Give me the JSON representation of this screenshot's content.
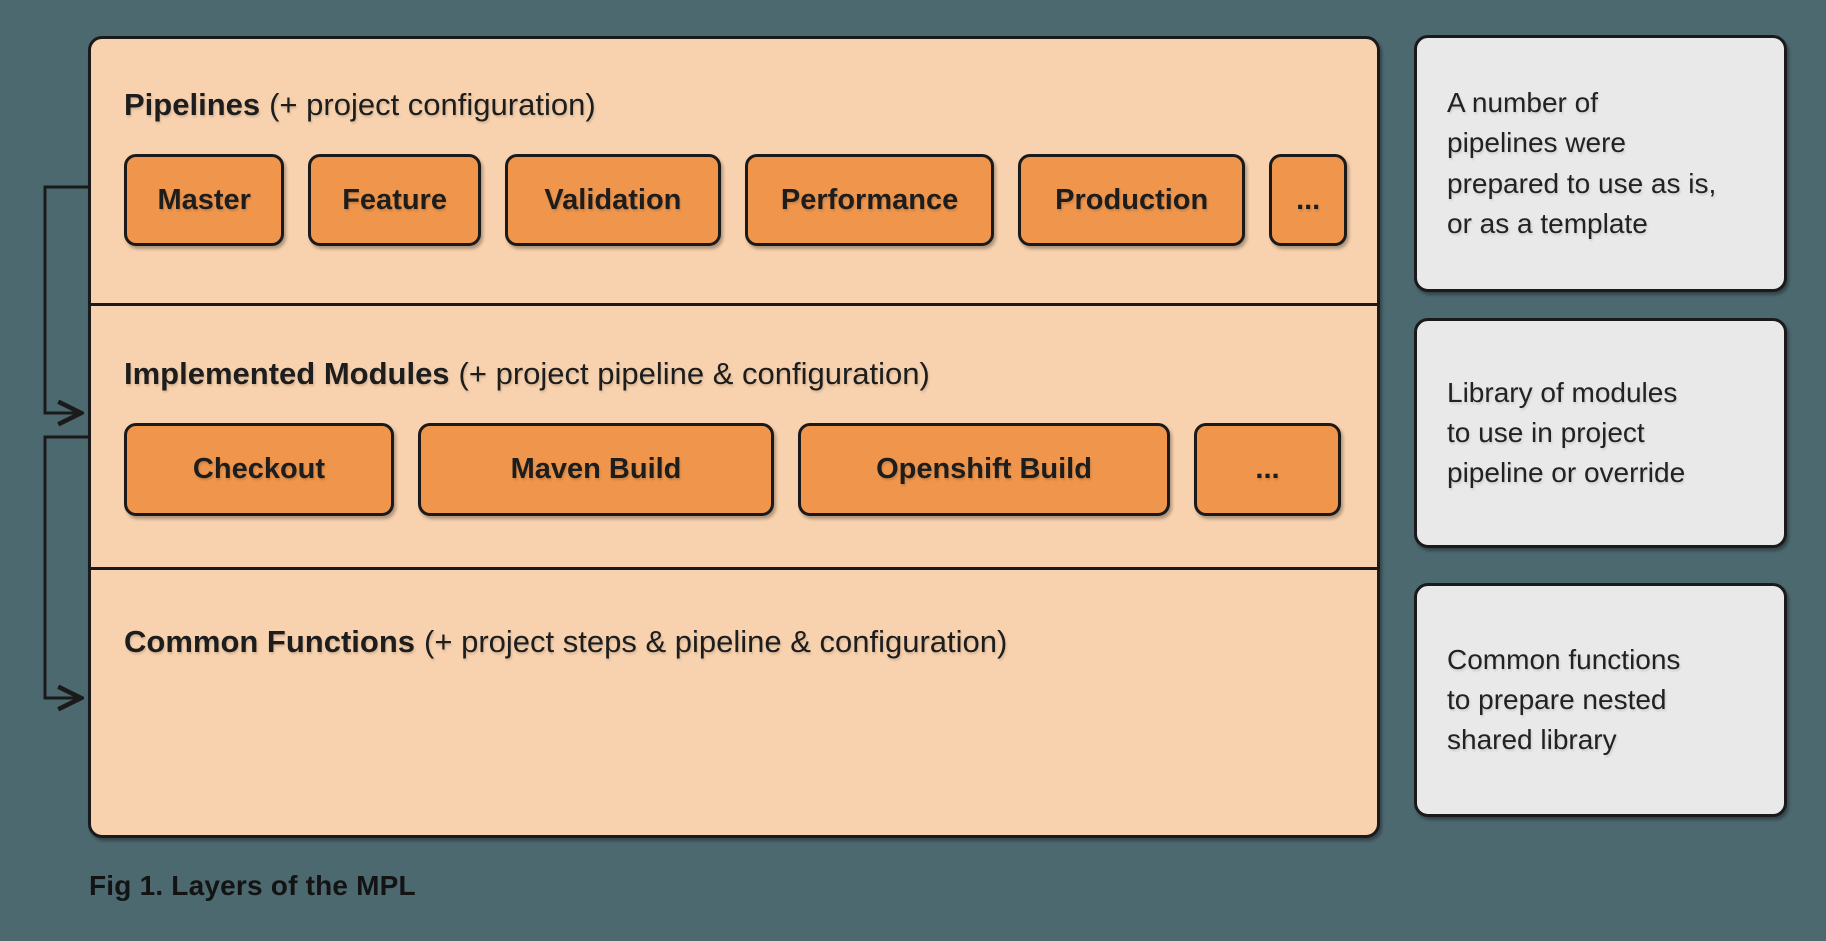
{
  "palette": {
    "background": "#4d6970",
    "container_fill": "#f8d2ae",
    "module_fill": "#f0964c",
    "note_fill": "#e9e9e9",
    "border": "#1a1a1a",
    "text": "#1d1d1d"
  },
  "layers": [
    {
      "name_bold": "Pipelines",
      "name_note": "(+ project configuration)",
      "buttons": [
        "Master",
        "Feature",
        "Validation",
        "Performance",
        "Production",
        "..."
      ]
    },
    {
      "name_bold": "Implemented Modules",
      "name_note": "(+ project pipeline & configuration)",
      "buttons": [
        "Checkout",
        "Maven Build",
        "Openshift Build",
        "..."
      ]
    },
    {
      "name_bold": "Common Functions",
      "name_note": "(+ project steps & pipeline & configuration)",
      "buttons": []
    }
  ],
  "notes": [
    {
      "text": "A number of\npipelines were\nprepared to use as is,\nor as a template"
    },
    {
      "text": "Library of modules\nto use in project\npipeline or override"
    },
    {
      "text": "Common functions\nto prepare nested\nshared library"
    }
  ],
  "caption": "Fig 1. Layers of the MPL"
}
